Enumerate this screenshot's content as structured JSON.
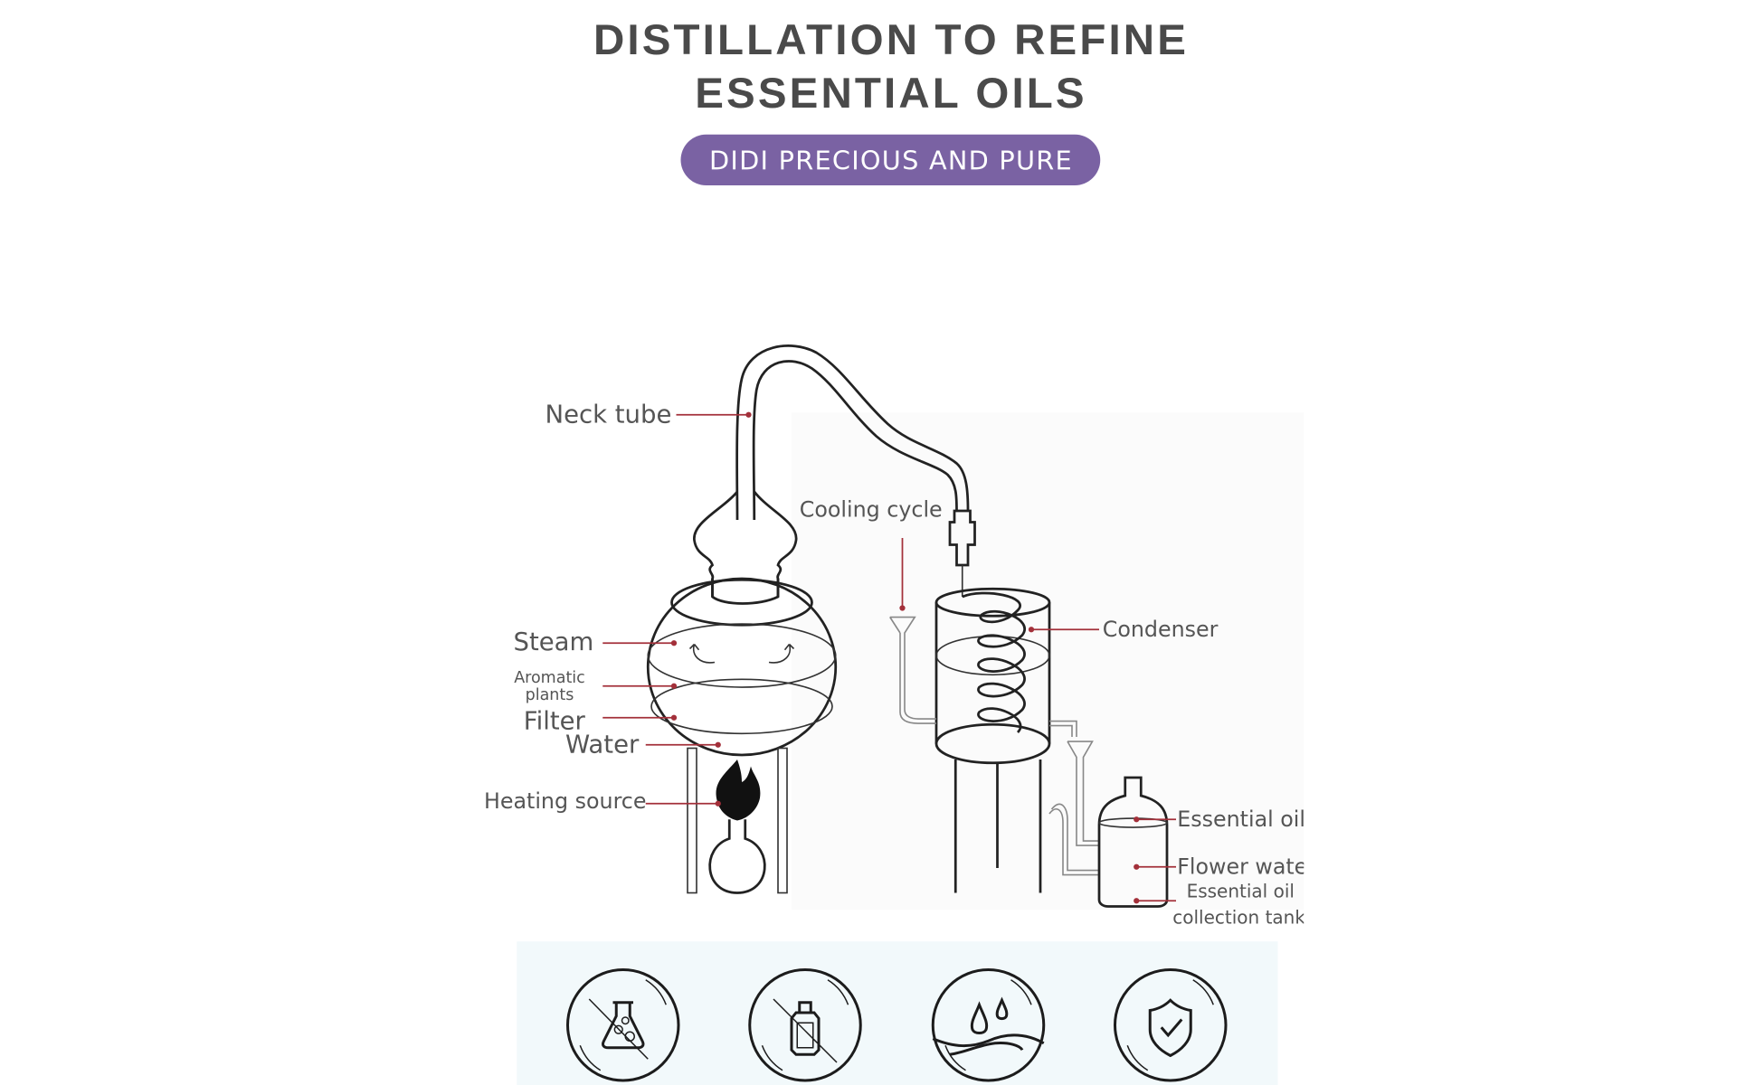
{
  "header": {
    "title_line1": "DISTILLATION TO REFINE",
    "title_line2": "ESSENTIAL OILS",
    "badge": "DIDI PRECIOUS AND PURE"
  },
  "colors": {
    "badge": "#7a62a3",
    "title": "#4a4a4a",
    "leader": "#a3303a",
    "icon_panel": "#f2f9fb"
  },
  "diagram": {
    "labels": {
      "neck_tube": "Neck tube",
      "cooling_cycle": "Cooling cycle",
      "condenser": "Condenser",
      "steam": "Steam",
      "aromatic_line1": "Aromatic",
      "aromatic_line2": "plants",
      "filter": "Filter",
      "water": "Water",
      "heating_source": "Heating source",
      "essential_oil": "Essential oil",
      "flower_water": "Flower water",
      "tank_line1": "Essential oil",
      "tank_line2": "collection tank"
    }
  },
  "features": [
    {
      "icon": "no-chemicals-flask-icon"
    },
    {
      "icon": "no-fragrance-bottle-icon"
    },
    {
      "icon": "water-drops-icon"
    },
    {
      "icon": "shield-check-icon"
    }
  ]
}
